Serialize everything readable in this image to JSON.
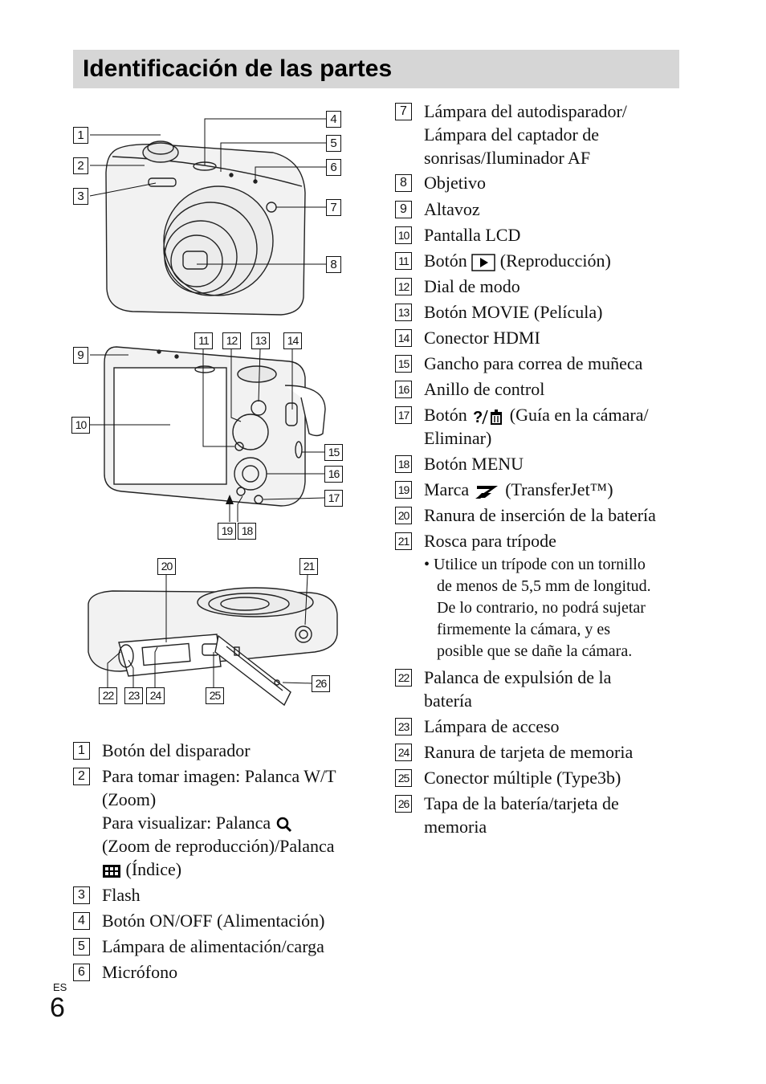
{
  "title": "Identificación de las partes",
  "callouts_top": [
    "1",
    "2",
    "3",
    "4",
    "5",
    "6",
    "7",
    "8"
  ],
  "callouts_back": [
    "9",
    "10",
    "11",
    "12",
    "13",
    "14",
    "15",
    "16",
    "17",
    "18",
    "19"
  ],
  "callouts_bottom": [
    "20",
    "21",
    "22",
    "23",
    "24",
    "25",
    "26"
  ],
  "left_list": [
    {
      "num": "1",
      "text": "Botón del disparador"
    },
    {
      "num": "2",
      "line1": "Para tomar imagen: Palanca W/T",
      "line2": "(Zoom)",
      "line3": "Para visualizar: Palanca",
      "line4": "(Zoom de reproducción)/Palanca",
      "line5": "(Índice)"
    },
    {
      "num": "3",
      "text": "Flash"
    },
    {
      "num": "4",
      "text": "Botón ON/OFF (Alimentación)"
    },
    {
      "num": "5",
      "text": "Lámpara de alimentación/carga"
    },
    {
      "num": "6",
      "text": "Micrófono"
    }
  ],
  "right_list": [
    {
      "num": "7",
      "text": "Lámpara del autodisparador/ Lámpara del captador de sonrisas/Iluminador AF"
    },
    {
      "num": "8",
      "text": "Objetivo"
    },
    {
      "num": "9",
      "text": "Altavoz"
    },
    {
      "num": "10",
      "text": "Pantalla LCD"
    },
    {
      "num": "11",
      "pre": "Botón",
      "post": "(Reproducción)"
    },
    {
      "num": "12",
      "text": "Dial de modo"
    },
    {
      "num": "13",
      "text": "Botón MOVIE (Película)"
    },
    {
      "num": "14",
      "text": "Conector HDMI"
    },
    {
      "num": "15",
      "text": "Gancho para correa de muñeca"
    },
    {
      "num": "16",
      "text": "Anillo de control"
    },
    {
      "num": "17",
      "pre": "Botón",
      "post": "(Guía en la cámara/",
      "post2": "Eliminar)"
    },
    {
      "num": "18",
      "text": "Botón MENU"
    },
    {
      "num": "19",
      "pre": "Marca",
      "post": "(TransferJet™)"
    },
    {
      "num": "20",
      "text": "Ranura de inserción de la batería"
    },
    {
      "num": "21",
      "text": "Rosca para trípode"
    },
    {
      "num": "22",
      "text": "Palanca de expulsión de la batería"
    },
    {
      "num": "23",
      "text": "Lámpara de acceso"
    },
    {
      "num": "24",
      "text": "Ranura de tarjeta de memoria"
    },
    {
      "num": "25",
      "text": "Conector múltiple (Type3b)"
    },
    {
      "num": "26",
      "text": "Tapa de la batería/tarjeta de memoria"
    }
  ],
  "note": "• Utilice un trípode con un tornillo de menos de 5,5 mm de longitud. De lo contrario, no podrá sujetar firmemente la cámara, y es posible que se dañe la cámara.",
  "note_lines": [
    "• Utilice un trípode con un tornillo",
    "de menos de 5,5 mm de longitud.",
    "De lo contrario, no podrá sujetar",
    "firmemente la cámara, y es",
    "posible que se dañe la cámara."
  ],
  "footer": {
    "lang": "ES",
    "page": "6"
  }
}
